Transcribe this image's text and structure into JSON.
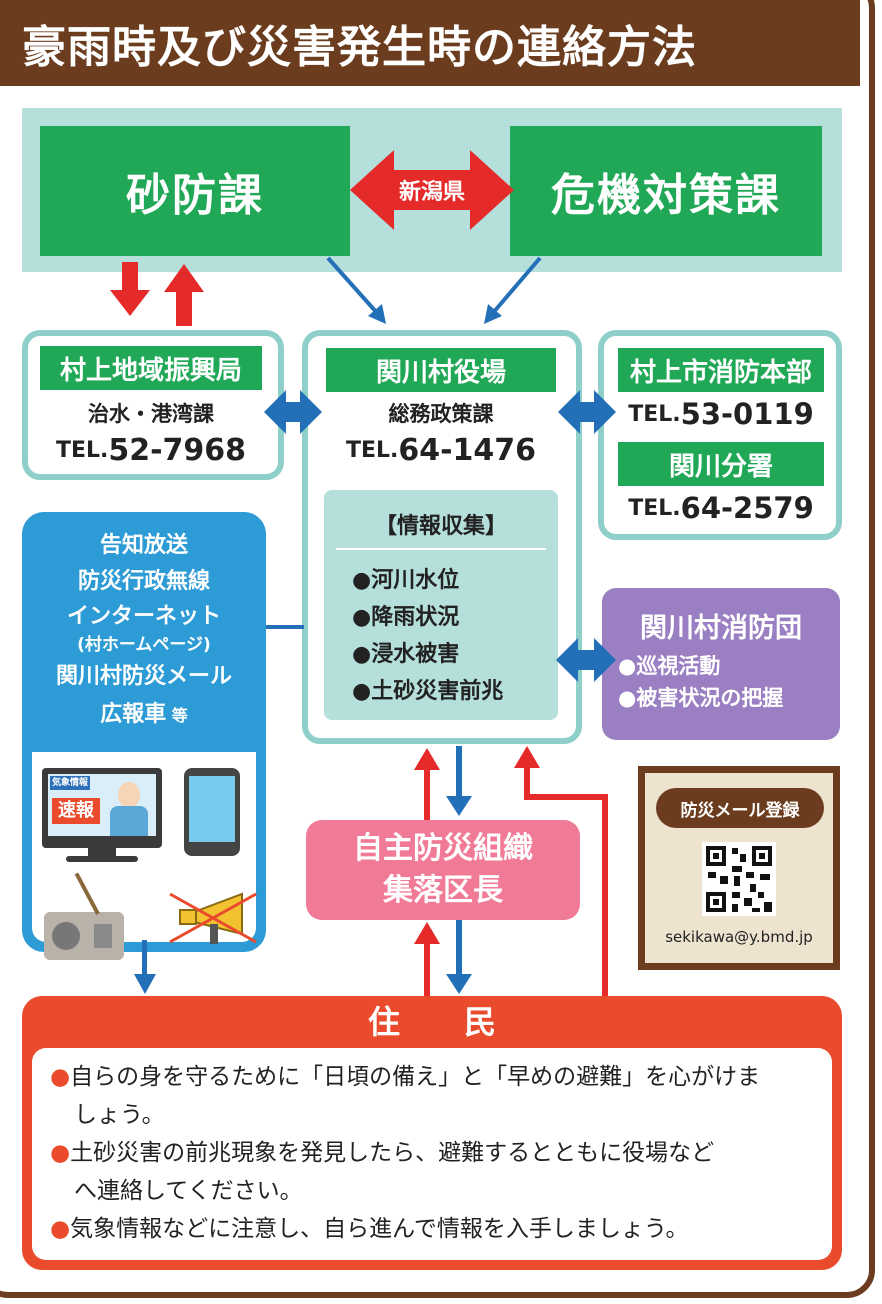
{
  "title": "豪雨時及び災害発生時の連絡方法",
  "prefecture": {
    "left_office": "砂防課",
    "center_label": "新潟県",
    "right_office": "危機対策課"
  },
  "regional_office": {
    "name": "村上地域振興局",
    "dept": "治水・港湾課",
    "tel_prefix": "TEL.",
    "tel": "52-7968"
  },
  "village_office": {
    "name": "関川村役場",
    "dept": "総務政策課",
    "tel_prefix": "TEL.",
    "tel": "64-1476",
    "info_title": "【情報収集】",
    "info_items": [
      "●河川水位",
      "●降雨状況",
      "●浸水被害",
      "●土砂災害前兆"
    ]
  },
  "fire_dept": {
    "name": "村上市消防本部",
    "tel_prefix": "TEL.",
    "tel": "53-0119",
    "branch": "関川分署",
    "branch_tel_prefix": "TEL.",
    "branch_tel": "64-2579"
  },
  "broadcast": {
    "lines": [
      "告知放送",
      "防災行政無線",
      "インターネット",
      "(村ホームページ)",
      "関川村防災メール"
    ],
    "last_main": "広報車",
    "last_suffix": " 等",
    "tv_caption": "気象情報",
    "tv_flash": "速報"
  },
  "fire_corps": {
    "name": "関川村消防団",
    "items": [
      "●巡視活動",
      "●被害状況の把握"
    ]
  },
  "community": {
    "line1": "自主防災組織",
    "line2": "集落区長"
  },
  "mail_register": {
    "label": "防災メール登録",
    "email": "sekikawa@y.bmd.jp"
  },
  "residents": {
    "title": "住　　民",
    "bullets": [
      [
        "●",
        "自らの身を守るために「日頃の備え」と「早めの避難」を心がけま",
        "しょう。"
      ],
      [
        "●",
        "土砂災害の前兆現象を発見したら、避難するとともに役場など",
        "へ連絡してください。"
      ],
      [
        "●",
        "気象情報などに注意し、自ら進んで情報を入手しましょう。",
        ""
      ]
    ]
  },
  "colors": {
    "brown": "#6b3d1e",
    "green": "#21a857",
    "teal": "#8fcfca",
    "blue": "#2d9bd6",
    "red": "#ea4b2c",
    "pink": "#f17b96",
    "purple": "#9b7fc3"
  }
}
